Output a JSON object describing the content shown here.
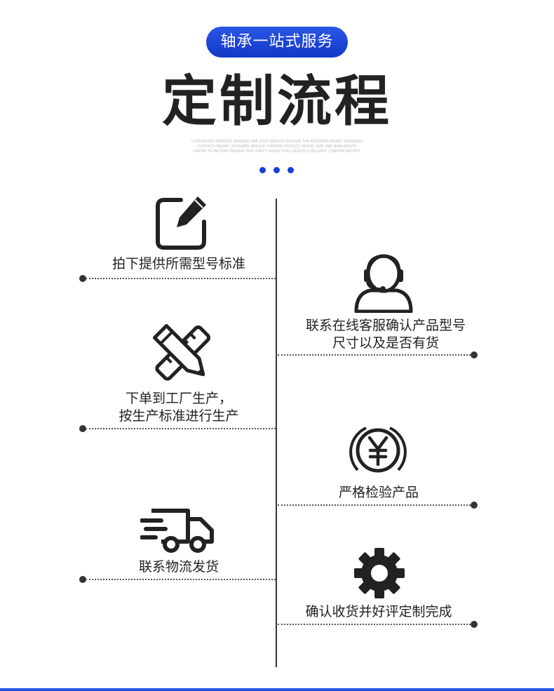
{
  "header": {
    "badge": "轴承一站式服务",
    "title": "定制流程",
    "fine_print": [
      "CUSTOMIZED PROCESS BEARING ONE STOP SERVICE PROVIDE THE REQUIRED MODEL STANDARD",
      "CONTACT ONLINE CUSTOMER SERVICE CONFIRM PRODUCT MODEL SIZE AND AVAILABILITY",
      "ORDER TO FACTORY PRODUCTION STRICT INSPECTION LOGISTICS DELIVERY CONFIRM RECEIPT"
    ]
  },
  "steps": [
    {
      "icon": "edit-note-icon",
      "lines": [
        "拍下提供所需型号标准"
      ]
    },
    {
      "icon": "customer-service-headset-icon",
      "lines": [
        "联系在线客服确认产品型号",
        "尺寸以及是否有货"
      ]
    },
    {
      "icon": "pencil-ruler-icon",
      "lines": [
        "下单到工厂生产，",
        "按生产标准进行生产"
      ]
    },
    {
      "icon": "yen-coin-icon",
      "lines": [
        "严格检验产品"
      ]
    },
    {
      "icon": "delivery-truck-icon",
      "lines": [
        "联系物流发货"
      ]
    },
    {
      "icon": "gear-icon",
      "lines": [
        "确认收货并好评定制完成"
      ]
    }
  ],
  "colors": {
    "accent": "#1440d8",
    "text": "#222222",
    "line": "#333333"
  }
}
